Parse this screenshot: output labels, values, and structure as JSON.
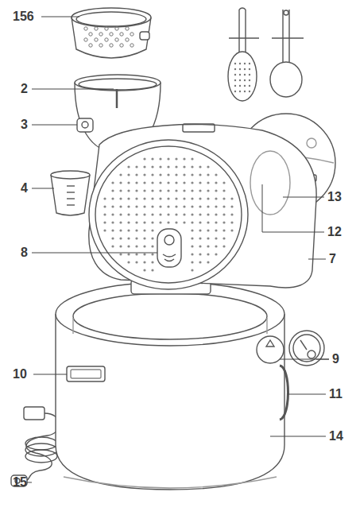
{
  "diagram": {
    "labels": [
      "156",
      "2",
      "3",
      "4",
      "8",
      "7",
      "13",
      "12",
      "9",
      "10",
      "11",
      "14",
      "15"
    ]
  }
}
